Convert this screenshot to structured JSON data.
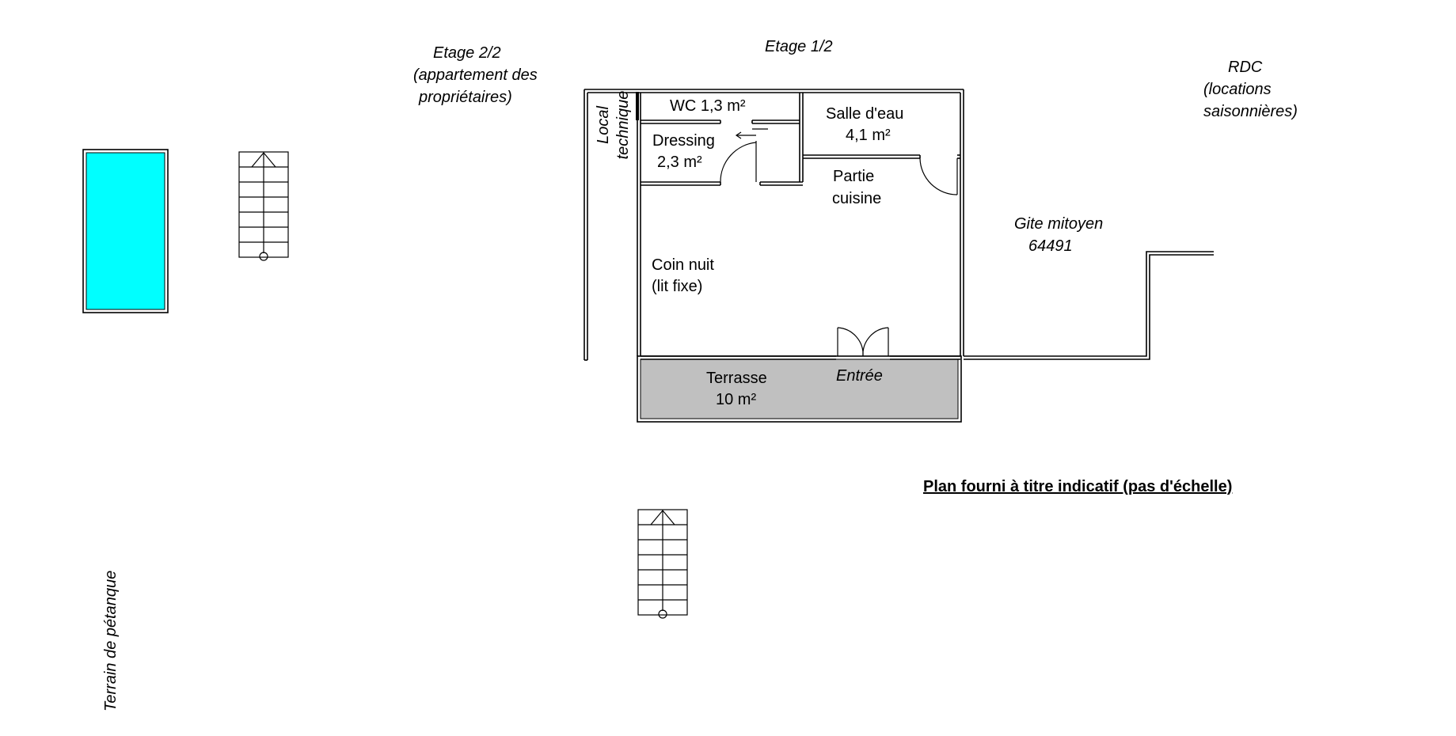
{
  "floors": {
    "etage2": {
      "line1": "Etage 2/2",
      "line2": "(appartement des",
      "line3": "propriétaires)"
    },
    "etage1": {
      "label": "Etage 1/2"
    },
    "rdc": {
      "line1": "RDC",
      "line2": "(locations",
      "line3": "saisonnières)"
    }
  },
  "rooms": {
    "wc": {
      "label": "WC 1,3 m²"
    },
    "salle_eau": {
      "line1": "Salle d'eau",
      "line2": "4,1 m²"
    },
    "dressing": {
      "line1": "Dressing",
      "line2": "2,3 m²"
    },
    "local_technique": {
      "line1": "Local",
      "line2": "technique"
    },
    "cuisine": {
      "line1": "Partie",
      "line2": "cuisine"
    },
    "coin_nuit": {
      "line1": "Coin nuit",
      "line2": "(lit fixe)"
    },
    "terrasse": {
      "line1": "Terrasse",
      "line2": "10 m²"
    },
    "entree": {
      "label": "Entrée"
    }
  },
  "gite": {
    "line1": "Gite mitoyen",
    "line2": "64491"
  },
  "petanque": {
    "label": "Terrain de pétanque"
  },
  "note": {
    "label": "Plan fourni à titre indicatif (pas d'échelle)"
  },
  "colors": {
    "pool": "#00ffff",
    "terrace": "#c0c0c0",
    "wall": "#000000"
  }
}
